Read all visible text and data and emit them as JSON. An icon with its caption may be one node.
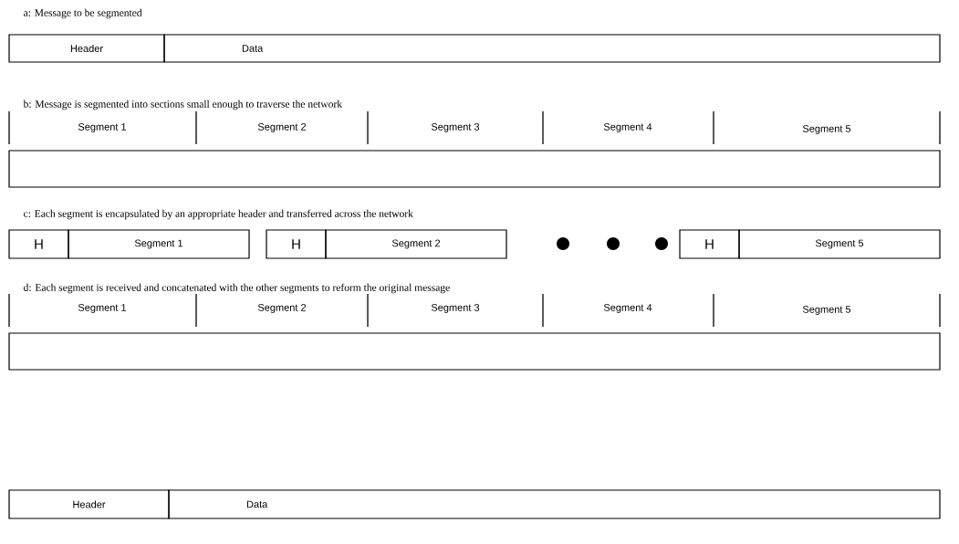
{
  "diagram": {
    "nodes": [
      {
        "text": [
          "Header"
        ]
      },
      {
        "text": [
          "Data"
        ]
      },
      {
        "text": [],
        "shape": "box"
      },
      {
        "text": [
          "H"
        ]
      },
      {
        "text": [
          "Segment 1"
        ]
      },
      {
        "text": [
          "H"
        ]
      },
      {
        "text": [
          "Segment 2"
        ]
      },
      {
        "text": [
          "H"
        ]
      },
      {
        "text": [
          "Segment 5"
        ]
      },
      {
        "text": [],
        "shape": "box"
      },
      {
        "text": [
          "Header"
        ]
      },
      {
        "text": [
          "Data"
        ]
      }
    ],
    "labels": [
      "a: Message to be segmented",
      "b: Message is segmented into sections small enough to traverse the network",
      "Segment 1",
      "Segment 2",
      "Segment 3",
      "Segment 4",
      "Segment 5",
      "c: Each segment is encapsulated by an appropriate header and transferred across the network",
      "d: Each segment is received and concatenated with the other segments to reform the original message",
      "Segment 1",
      "Segment 2",
      "Segment 3",
      "Segment 4",
      "Segment 5"
    ]
  }
}
